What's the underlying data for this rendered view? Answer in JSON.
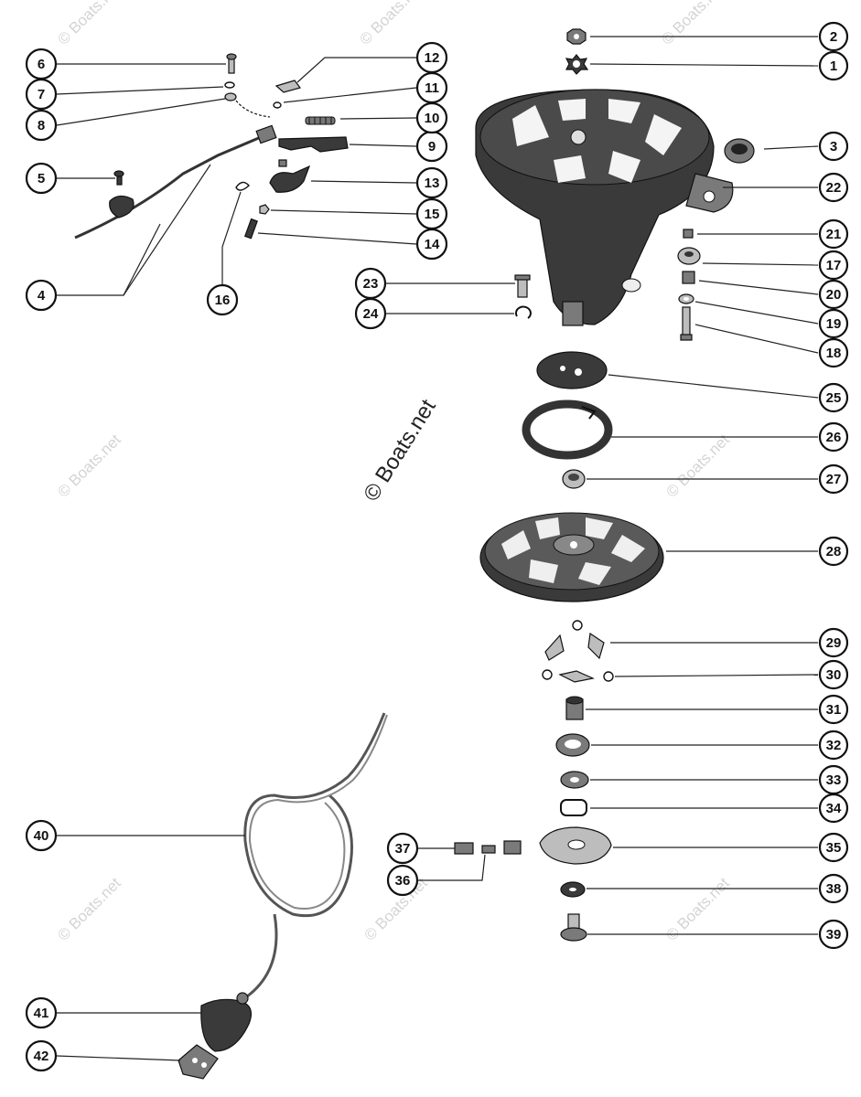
{
  "copyright": "© Boats.net",
  "watermark": "© Boats.net",
  "callouts": [
    {
      "n": "1"
    },
    {
      "n": "2"
    },
    {
      "n": "3"
    },
    {
      "n": "4"
    },
    {
      "n": "5"
    },
    {
      "n": "6"
    },
    {
      "n": "7"
    },
    {
      "n": "8"
    },
    {
      "n": "9"
    },
    {
      "n": "10"
    },
    {
      "n": "11"
    },
    {
      "n": "12"
    },
    {
      "n": "13"
    },
    {
      "n": "14"
    },
    {
      "n": "15"
    },
    {
      "n": "16"
    },
    {
      "n": "17"
    },
    {
      "n": "18"
    },
    {
      "n": "19"
    },
    {
      "n": "20"
    },
    {
      "n": "21"
    },
    {
      "n": "22"
    },
    {
      "n": "23"
    },
    {
      "n": "24"
    },
    {
      "n": "25"
    },
    {
      "n": "26"
    },
    {
      "n": "27"
    },
    {
      "n": "28"
    },
    {
      "n": "29"
    },
    {
      "n": "30"
    },
    {
      "n": "31"
    },
    {
      "n": "32"
    },
    {
      "n": "33"
    },
    {
      "n": "34"
    },
    {
      "n": "35"
    },
    {
      "n": "36"
    },
    {
      "n": "37"
    },
    {
      "n": "38"
    },
    {
      "n": "39"
    },
    {
      "n": "40"
    },
    {
      "n": "41"
    },
    {
      "n": "42"
    }
  ]
}
